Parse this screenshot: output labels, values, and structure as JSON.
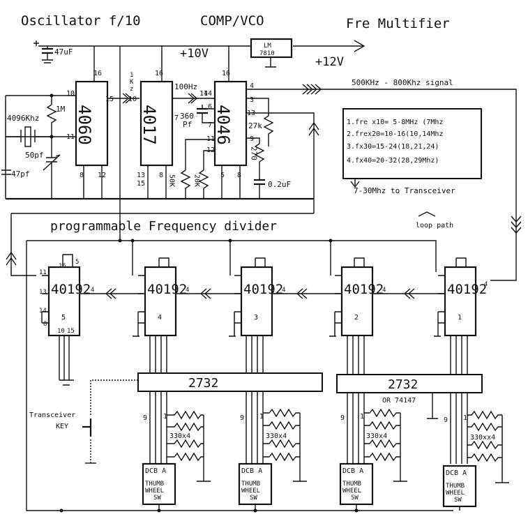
{
  "titles": {
    "oscillator": "Oscillator f/10",
    "comp_vco": "COMP/VCO",
    "multiplier": "Fre Multifier",
    "divider": "programmable Frequency divider"
  },
  "power": {
    "cap": "47uF",
    "regulator_line1": "LM",
    "regulator_line2": "7810",
    "rail_10v": "+10V",
    "rail_12v": "+12V"
  },
  "osc": {
    "crystal": "4096Khz",
    "r1": "1M",
    "c1": "50pf",
    "c2": "47pf",
    "ic": "4060",
    "pins": [
      "10",
      "11",
      "15",
      "16",
      "8",
      "12"
    ]
  },
  "div": {
    "ic": "4017",
    "clk_1": "1",
    "clk_2": "K",
    "clk_3": "z",
    "out": "100Hz",
    "pins": [
      "16",
      "10",
      "14",
      "13",
      "15",
      "8"
    ]
  },
  "pll": {
    "ic": "4046",
    "c": "360",
    "c_unit": "Pf",
    "r1": "27k",
    "r2": "270",
    "r3": "50K",
    "r4": "20K",
    "cap": "0.2uF",
    "pins": [
      "16",
      "4",
      "3",
      "13",
      "14",
      "6",
      "7",
      "9",
      "11",
      "12",
      "5",
      "8"
    ],
    "signal": "500KHz - 800Khz signal"
  },
  "bands": {
    "items": [
      "1.fre x10= 5-8MHz (7Mhz",
      "2.frex20=10-16(10,14Mhz",
      "3.fx30=15-24(18,21,24)",
      "4.fx40=20-32(28,29Mhz)"
    ],
    "output": "7-30Mhz to Transceiver",
    "loop": "loop path"
  },
  "counters": [
    {
      "ic": "40192",
      "num": "5"
    },
    {
      "ic": "40192",
      "num": "4"
    },
    {
      "ic": "40192",
      "num": "3"
    },
    {
      "ic": "40192",
      "num": "2"
    },
    {
      "ic": "40192",
      "num": "1"
    }
  ],
  "counter_pins": [
    "16",
    "5",
    "11",
    "13",
    "14",
    "8",
    "10",
    "15",
    "4"
  ],
  "decoders": {
    "left": "2732",
    "right": "2732",
    "alt": "OR 74147"
  },
  "resistor_pack": "330x4",
  "resistor_pack_alt": "330xx4",
  "switch": {
    "pins": "DCB A",
    "line1": "THUMB",
    "line2": "WHEEL",
    "line3": "SW",
    "pin_a": "9",
    "pin_b": "1"
  },
  "transceiver": {
    "line1": "Transceiver",
    "line2": "KEY"
  }
}
